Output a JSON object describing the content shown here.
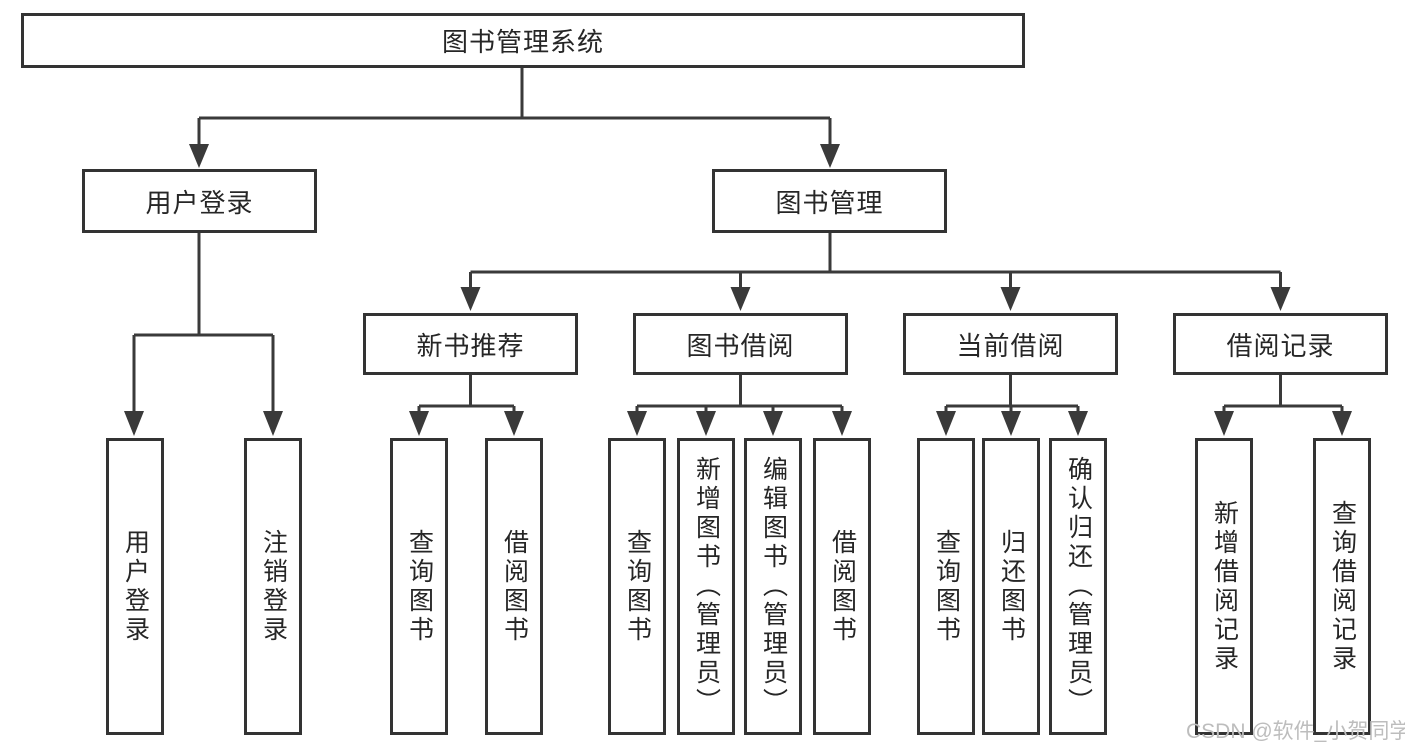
{
  "tree": {
    "label": "图书管理系统",
    "children": [
      {
        "label": "用户登录",
        "children": [
          {
            "label": "用户登录"
          },
          {
            "label": "注销登录"
          }
        ]
      },
      {
        "label": "图书管理",
        "children": [
          {
            "label": "新书推荐",
            "children": [
              {
                "label": "查询图书"
              },
              {
                "label": "借阅图书"
              }
            ]
          },
          {
            "label": "图书借阅",
            "children": [
              {
                "label": "查询图书"
              },
              {
                "label": "新增图书（管理员）"
              },
              {
                "label": "编辑图书（管理员）"
              },
              {
                "label": "借阅图书"
              }
            ]
          },
          {
            "label": "当前借阅",
            "children": [
              {
                "label": "查询图书"
              },
              {
                "label": "归还图书"
              },
              {
                "label": "确认归还（管理员）"
              }
            ]
          },
          {
            "label": "借阅记录",
            "children": [
              {
                "label": "新增借阅记录"
              },
              {
                "label": "查询借阅记录"
              }
            ]
          }
        ]
      }
    ]
  },
  "watermark": "CSDN @软件_小贺同学",
  "colors": {
    "background": "#ffffff",
    "box_border": "#333333",
    "connector": "#3a3a3a",
    "text": "#262626",
    "watermark": "#bdbdbd"
  }
}
